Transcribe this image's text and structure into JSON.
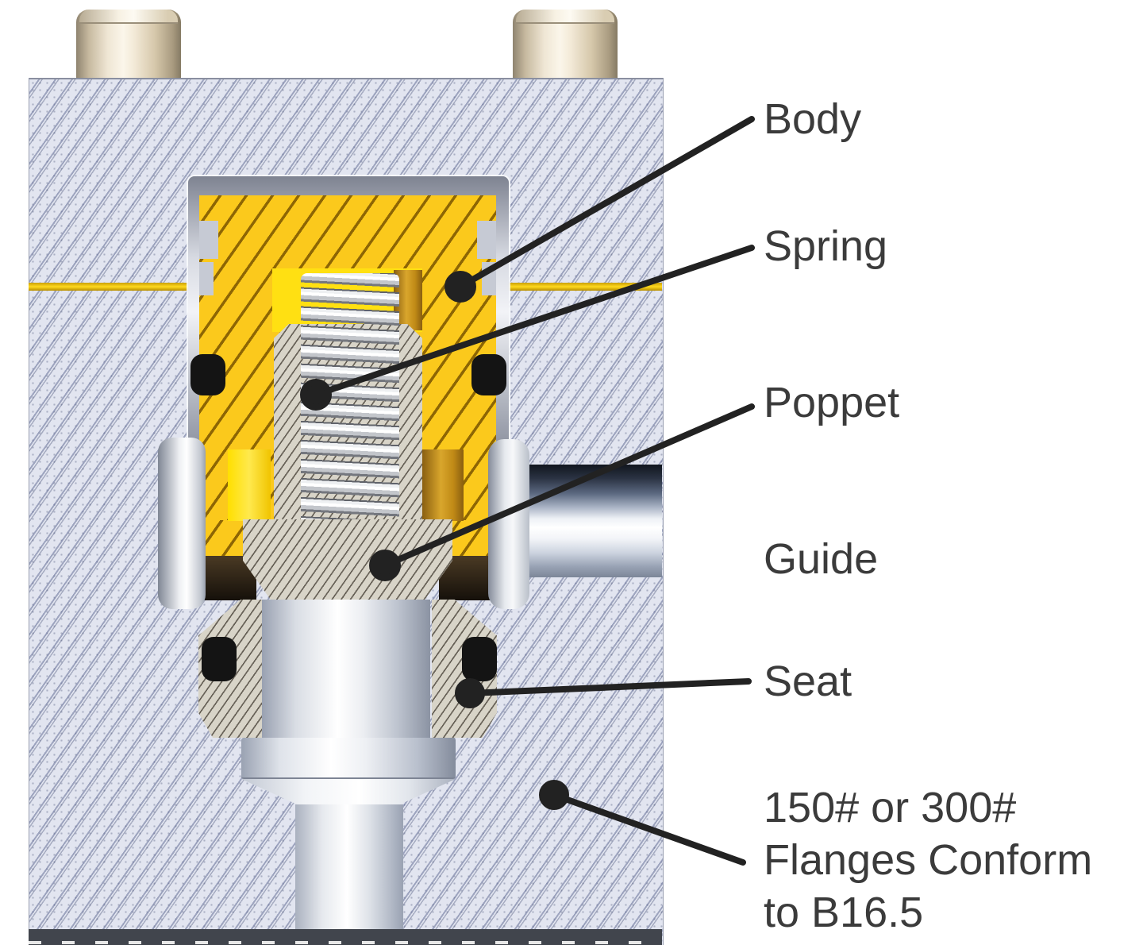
{
  "figure": {
    "title_hint": "valve cross-section diagram",
    "labels": [
      {
        "id": "body",
        "text": "Body"
      },
      {
        "id": "spring",
        "text": "Spring"
      },
      {
        "id": "poppet",
        "text": "Poppet"
      },
      {
        "id": "guide",
        "text": "Guide"
      },
      {
        "id": "seat",
        "text": "Seat"
      }
    ],
    "note": {
      "line1": "150# or 300#",
      "line2": "Flanges Conform",
      "line3": "to B16.5"
    },
    "colors": {
      "cartridge_yellow": "#fbc91c",
      "block_fill": "#e2e5f0",
      "gray_part": "#d8d4c8",
      "label_text": "#3b3b3b",
      "leader_line": "#222222",
      "oring_black": "#141414",
      "bolt_beige": "#efe6d4"
    }
  }
}
